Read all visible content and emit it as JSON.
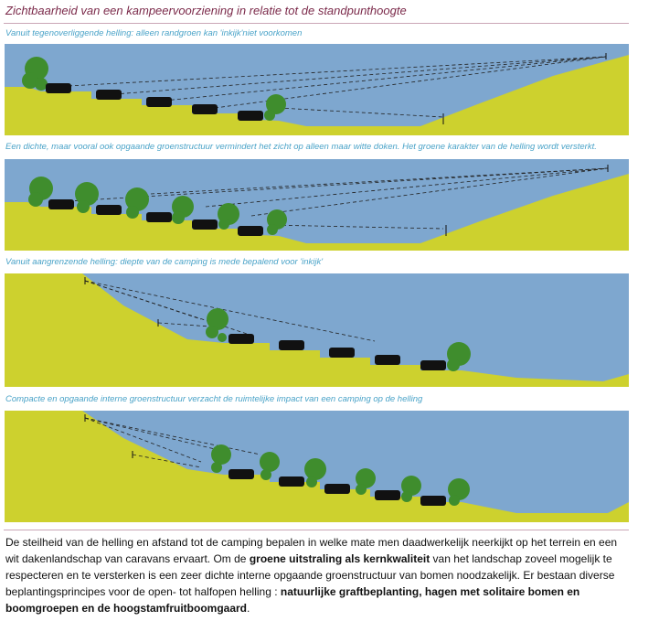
{
  "title": "Zichtbaarheid van een kampeervoorziening in relatie tot de standpunthoogte",
  "captions": [
    "Vanuit tegenoverliggende helling: alleen randgroen kan 'inkijk'niet voorkomen",
    "Een dichte, maar vooral ook opgaande groenstructuur vermindert het zicht op alleen maar witte doken. Het groene karakter van de helling wordt versterkt.",
    "Vanuit aangrenzende helling: diepte van de camping is mede bepalend voor 'inkijk'",
    "Compacte en opgaande interne groenstructuur verzacht de ruimtelijke impact van een camping op de helling"
  ],
  "colors": {
    "sky": "#7ea7cf",
    "ground": "#cdd12e",
    "tree": "#3f8d2d",
    "caravan": "#111111",
    "title": "#7b2a4a",
    "caption": "#4aa3c8"
  },
  "body": {
    "p1": "De steilheid van de helling en afstand tot de camping bepalen in welke mate men daadwerkelijk neerkijkt op het terrein en een wit dakenlandschap van caravans ervaart. Om de ",
    "b1": "groene uitstraling als kernkwaliteit",
    "p2": " van het landschap zoveel mogelijk te respecteren en te versterken is een zeer dichte interne opgaande groenstructuur van bomen noodzakelijk. Er bestaan diverse beplantingsprincipes voor de open- tot halfopen helling : ",
    "b2": "natuurlijke graftbeplanting, hagen met solitaire bomen en boomgroepen en de hoogstamfruitboomgaard",
    "p3": "."
  }
}
